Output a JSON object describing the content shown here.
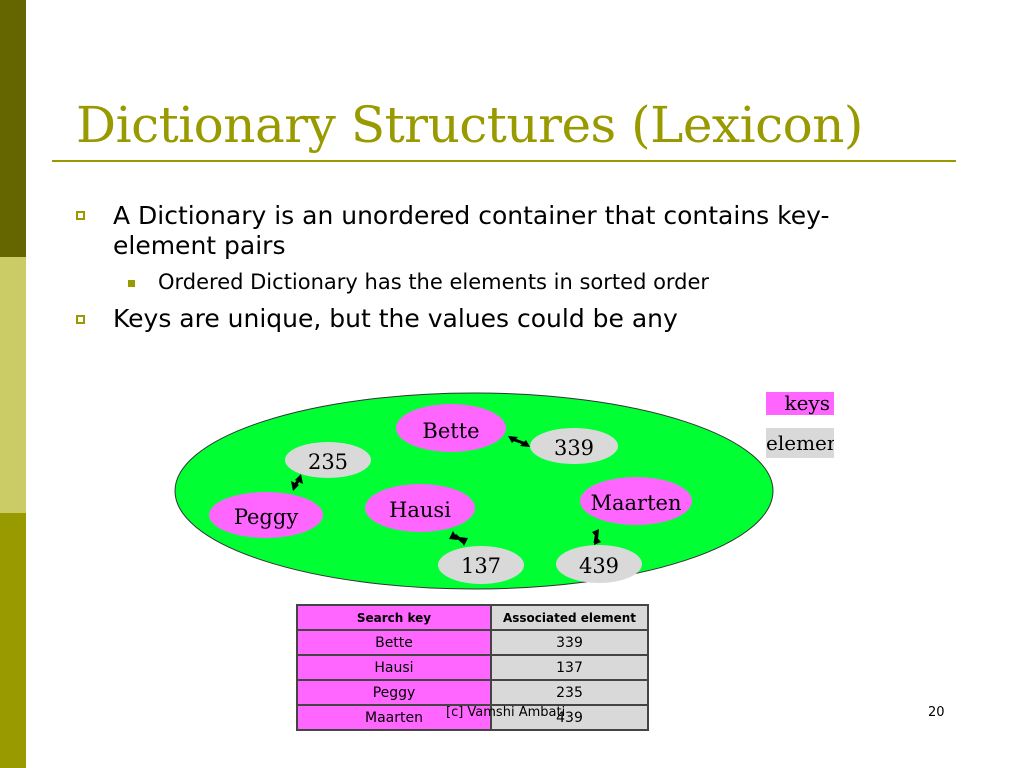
{
  "slide": {
    "title": "Dictionary Structures (Lexicon)",
    "bullets": [
      "A Dictionary is an unordered container that contains key-",
      "element pairs",
      "Ordered  Dictionary has the elements in sorted order",
      "Keys are unique, but the values could be any"
    ],
    "colors": {
      "accent": "#999900",
      "dark_bar": "#666600",
      "light_bar": "#cccc66",
      "key": "#ff66ff",
      "element": "#d9d9d9",
      "set": "#00ff33"
    }
  },
  "diagram": {
    "nodes": {
      "bette": "Bette",
      "v339": "339",
      "v235": "235",
      "peggy": "Peggy",
      "hausi": "Hausi",
      "v137": "137",
      "maarten": "Maarten",
      "v439": "439"
    },
    "legend": {
      "keys": "keys",
      "elements": "elemen"
    }
  },
  "table": {
    "headers": [
      "Search key",
      "Associated element"
    ],
    "rows": [
      [
        "Bette",
        "339"
      ],
      [
        "Hausi",
        "137"
      ],
      [
        "Peggy",
        "235"
      ],
      [
        "Maarten",
        "439"
      ]
    ]
  },
  "footer": {
    "credit": "[c] Vamshi Ambati",
    "page_number": "20"
  }
}
